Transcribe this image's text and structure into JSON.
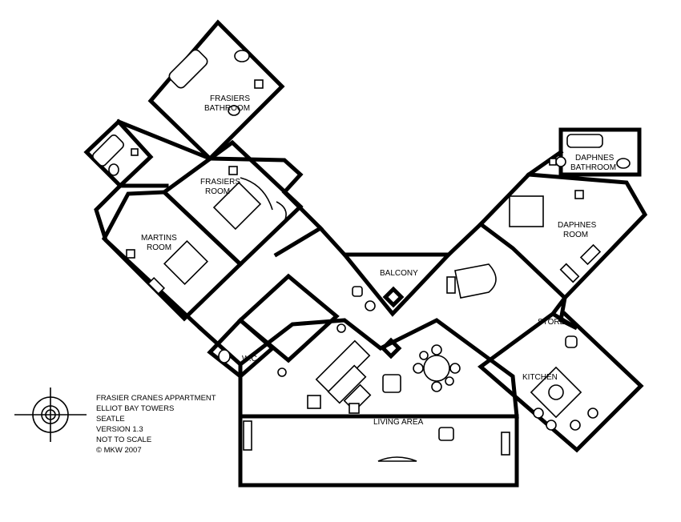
{
  "rooms": {
    "frasiers_bathroom": [
      "FRASIERS",
      "BATHROOM"
    ],
    "frasiers_room": [
      "FRASIERS",
      "ROOM"
    ],
    "martins_room": [
      "MARTINS",
      "ROOM"
    ],
    "daphnes_bathroom": [
      "DAPHNES",
      "BATHROOM"
    ],
    "daphnes_room": [
      "DAPHNES",
      "ROOM"
    ],
    "balcony": "BALCONY",
    "store": "STORE",
    "kitchen": "KITCHEN",
    "wc": "W.C",
    "living_area": "LIVING AREA"
  },
  "title_block": {
    "line1": "FRASIER CRANES APPARTMENT",
    "line2": "ELLIOT BAY TOWERS",
    "line3": "SEATLE",
    "line4": "VERSION 1.3",
    "line5": "NOT TO SCALE",
    "line6": "© MKW 2007"
  },
  "icons": {
    "compass": "crosshair-target-icon"
  }
}
